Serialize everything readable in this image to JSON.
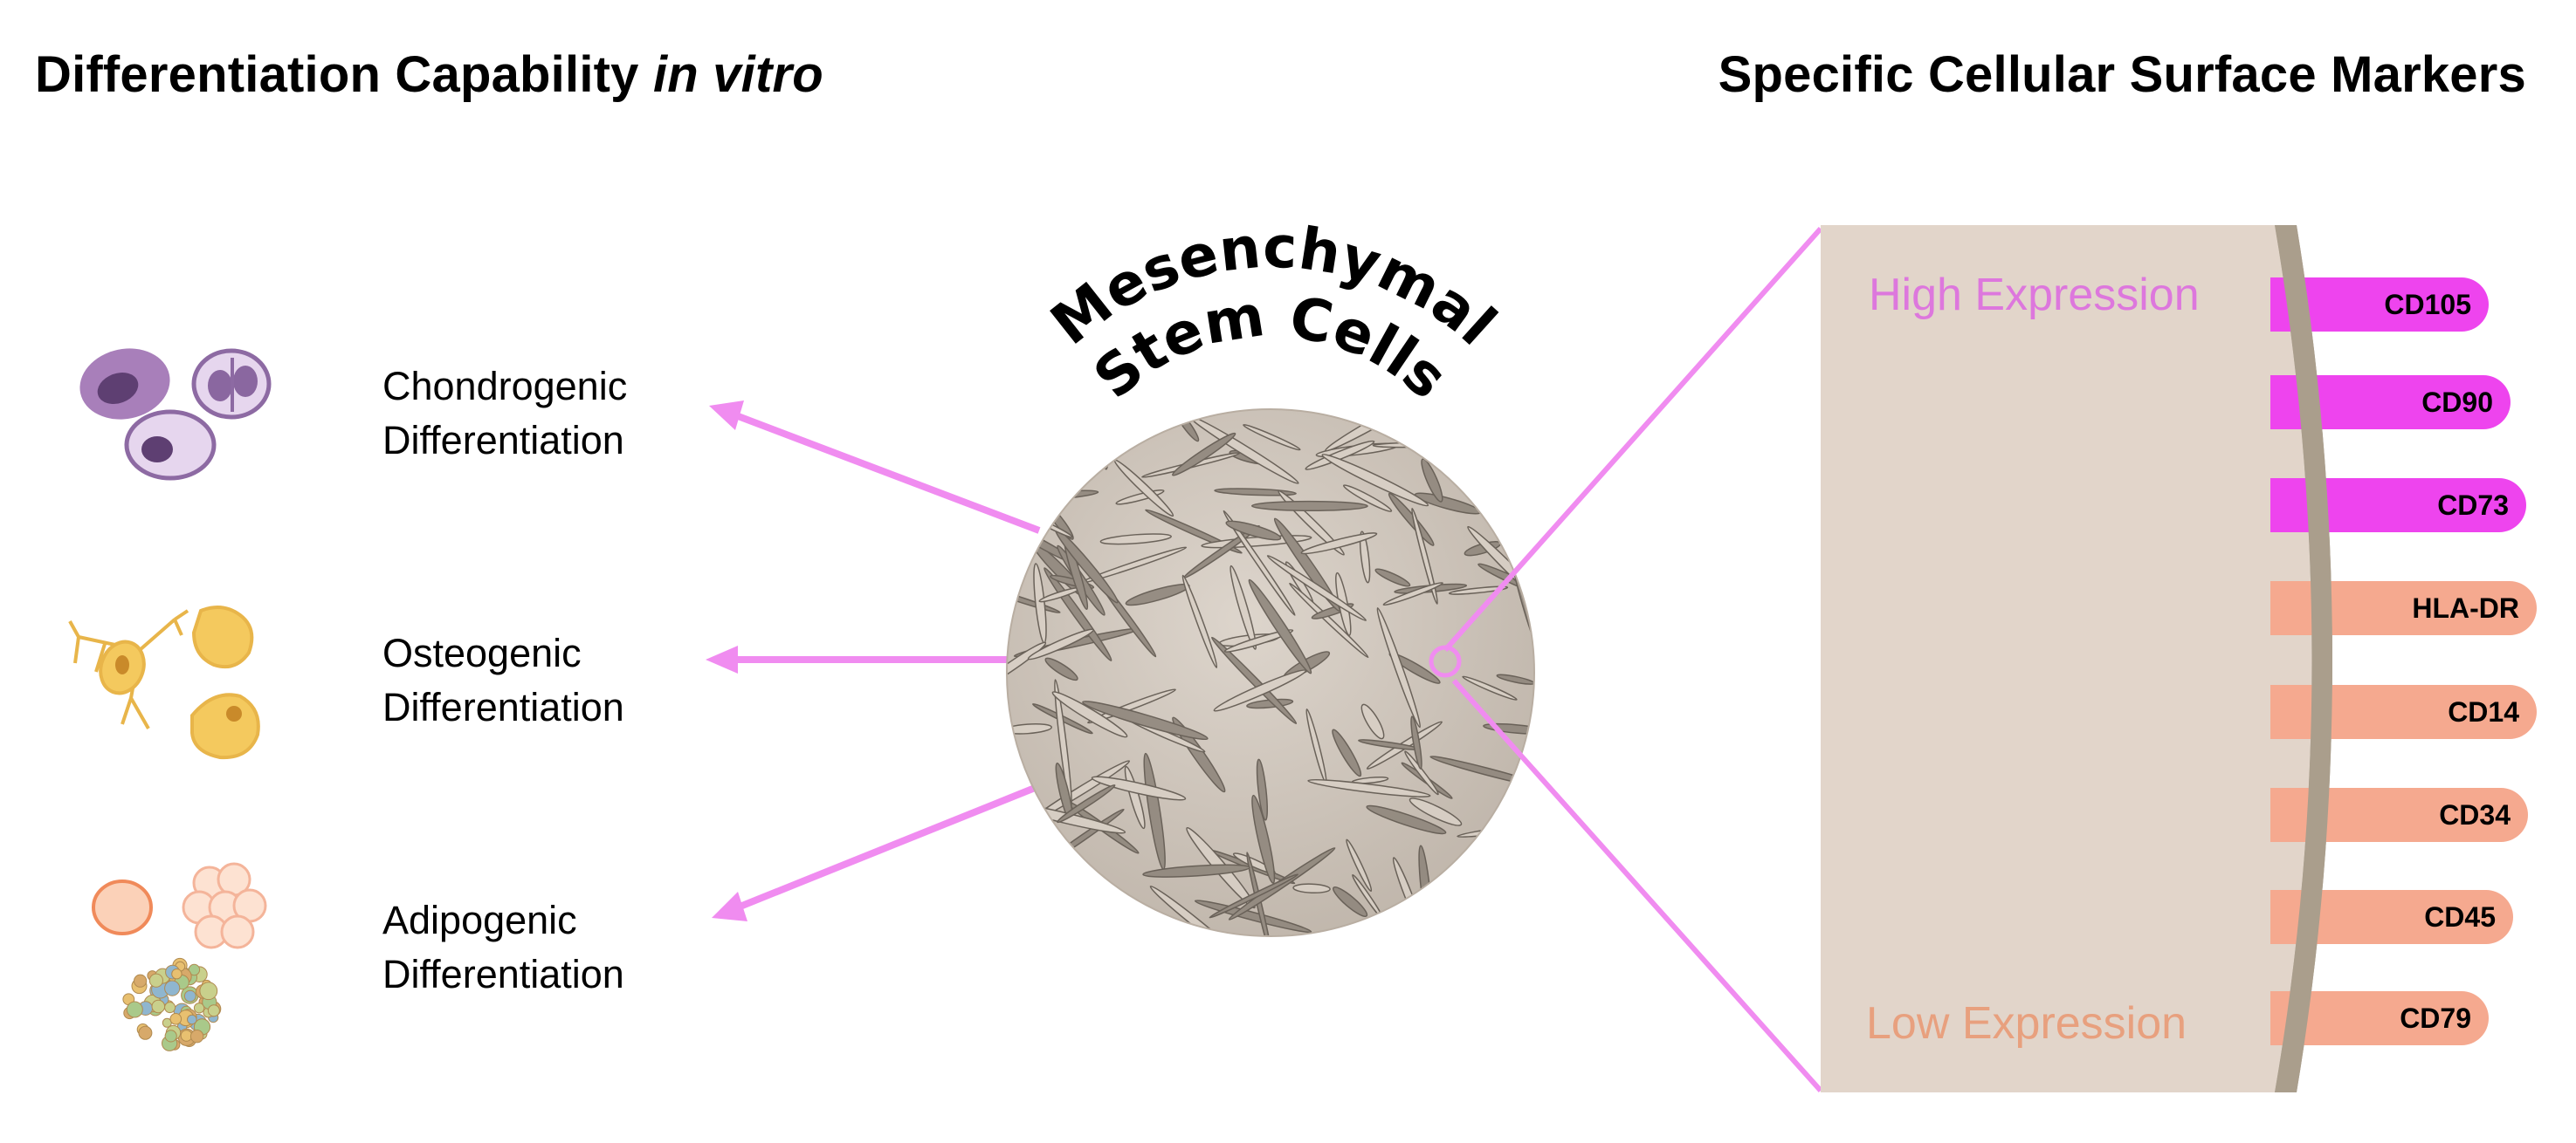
{
  "titles": {
    "left_main": "Differentiation Capability",
    "left_italic": "in vitro",
    "right": "Specific Cellular Surface Markers"
  },
  "center": {
    "line1": "Mesenchymal",
    "line2": "Stem Cells"
  },
  "differentiations": [
    {
      "line1": "Chondrogenic",
      "line2": "Differentiation"
    },
    {
      "line1": "Osteogenic",
      "line2": "Differentiation"
    },
    {
      "line1": "Adipogenic",
      "line2": "Differentiation"
    }
  ],
  "expression": {
    "high": "High Expression",
    "low": "Low Expression"
  },
  "markers": [
    {
      "label": "CD105",
      "level": "high"
    },
    {
      "label": "CD90",
      "level": "high"
    },
    {
      "label": "CD73",
      "level": "high"
    },
    {
      "label": "HLA-DR",
      "level": "low"
    },
    {
      "label": "CD14",
      "level": "low"
    },
    {
      "label": "CD34",
      "level": "low"
    },
    {
      "label": "CD45",
      "level": "low"
    },
    {
      "label": "CD79",
      "level": "low"
    }
  ],
  "colors": {
    "arrow": "#f08cf0",
    "high_marker": "#ee44ee",
    "low_marker": "#f5a98f",
    "high_text": "#dd77dd",
    "low_text": "#e8a07e",
    "membrane_fill": "#e2d5ca",
    "membrane_edge": "#aa9e8c",
    "cell_dish": "#cfc6bc"
  },
  "icons": [
    "chondrocyte-cells-icon",
    "osteocyte-cells-icon",
    "adipocyte-cells-icon"
  ]
}
